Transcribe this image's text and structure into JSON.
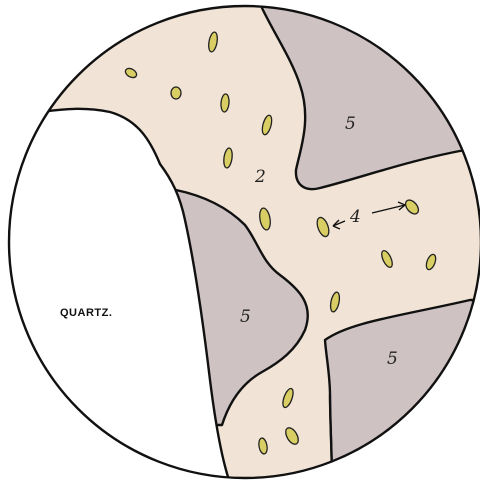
{
  "labels": {
    "quartz": "QUARTZ.",
    "region_2": "2",
    "region_4": "4",
    "region_5_top": "5",
    "region_5_middle": "5",
    "region_5_bottom": "5"
  },
  "colors": {
    "groundmass": "#f1e4d6",
    "region_5_fill": "#cfc2c3",
    "quartz_fill": "#ffffff",
    "grain_fill": "#d9ce63",
    "outline": "#111111"
  }
}
